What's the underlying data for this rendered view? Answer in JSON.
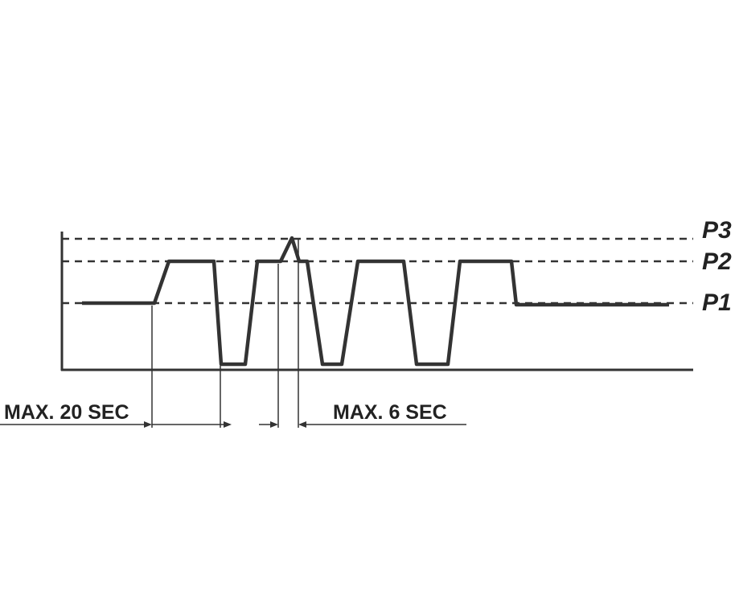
{
  "levels": {
    "p3": "P3",
    "p2": "P2",
    "p1": "P1"
  },
  "dimensions": {
    "left": "MAX. 20 SEC",
    "right": "MAX. 6 SEC"
  },
  "colors": {
    "line": "#333333",
    "background": "#ffffff"
  }
}
